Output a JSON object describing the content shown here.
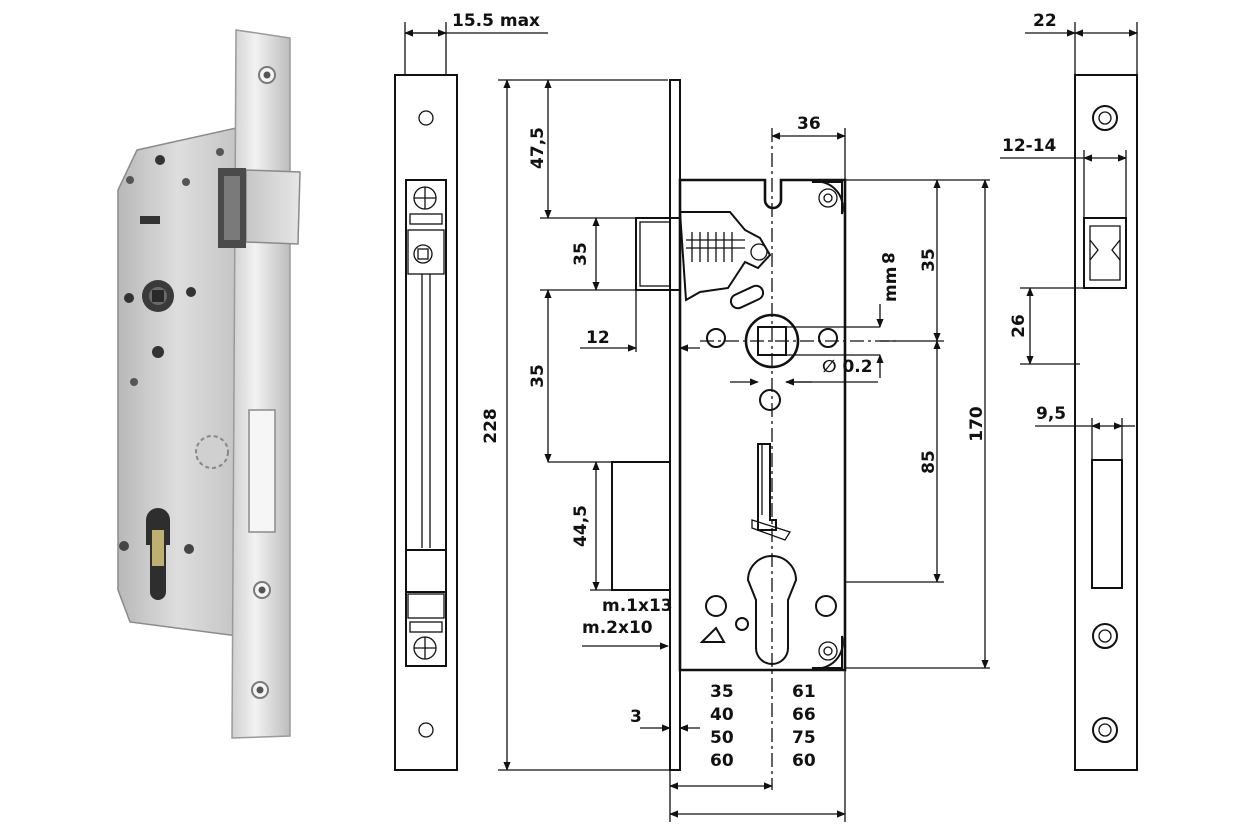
{
  "front_view": {
    "dimensions": {
      "top_spacing": "47,5",
      "latch_height": "35",
      "lower_spacing": "35",
      "bolt_height": "44,5",
      "total_height": "228",
      "latch_offset": "12",
      "faceplate_thickness": "3",
      "spindle_top": "35",
      "spindle_to_cylinder": "85",
      "body_height": "170",
      "backset_half": "36",
      "spindle_size_unit": "mm",
      "spindle_size": "8",
      "spindle_tolerance": "∅ 0.2",
      "throw_single": "m.1x13",
      "throw_double": "m.2x10"
    },
    "backset_table": {
      "left": [
        "35",
        "40",
        "50",
        "60"
      ],
      "right": [
        "61",
        "66",
        "75",
        "60"
      ]
    }
  },
  "side_view": {
    "dimensions": {
      "projection": "15.5 max"
    }
  },
  "strike_plate": {
    "dimensions": {
      "width": "22",
      "latch_opening": "12-14",
      "latch_to_bolt": "26",
      "bolt_opening": "9,5"
    }
  },
  "colors": {
    "line": "#111111",
    "steel_light": "#e2e2e2",
    "steel_dark": "#9a9a9a",
    "background": "#ffffff"
  }
}
